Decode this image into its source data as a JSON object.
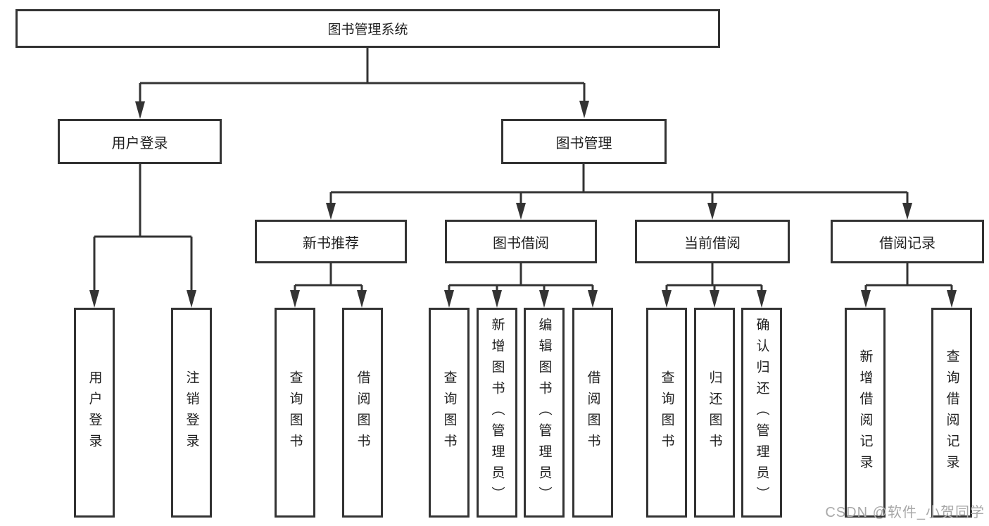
{
  "nodes": {
    "root": {
      "label": "图书管理系统"
    },
    "user_login": {
      "label": "用户登录"
    },
    "book_management": {
      "label": "图书管理"
    },
    "new_book_rec": {
      "label": "新书推荐"
    },
    "book_borrow": {
      "label": "图书借阅"
    },
    "current_borrow": {
      "label": "当前借阅"
    },
    "borrow_records": {
      "label": "借阅记录"
    },
    "leaf_user_login": {
      "label": "用户登录"
    },
    "leaf_logout": {
      "label": "注销登录"
    },
    "leaf_query_books_1": {
      "label": "查询图书"
    },
    "leaf_borrow_books_1": {
      "label": "借阅图书"
    },
    "leaf_query_books_2": {
      "label": "查询图书"
    },
    "leaf_add_books": {
      "label": "新增图书（管理员）"
    },
    "leaf_edit_books": {
      "label": "编辑图书（管理员）"
    },
    "leaf_borrow_books_2": {
      "label": "借阅图书"
    },
    "leaf_query_books_3": {
      "label": "查询图书"
    },
    "leaf_return_books": {
      "label": "归还图书"
    },
    "leaf_confirm_return": {
      "label": "确认归还（管理员）"
    },
    "leaf_add_record": {
      "label": "新增借阅记录"
    },
    "leaf_query_record": {
      "label": "查询借阅记录"
    }
  },
  "watermark": {
    "text": "CSDN @软件_小贺同学"
  },
  "colors": {
    "line": "#333333",
    "border": "#333333",
    "text": "#1f1f1f",
    "watermark": "#a8a8a8",
    "background": "#ffffff"
  }
}
